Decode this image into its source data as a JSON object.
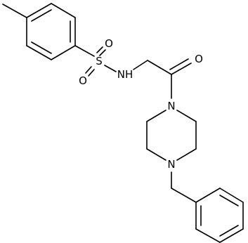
{
  "molecule": {
    "atoms": {
      "S": "S",
      "O_top": "O",
      "O_bottom": "O",
      "NH": "NH",
      "O_carbonyl": "O",
      "N_amide": "N",
      "N_benzyl": "N"
    },
    "colors": {
      "ink": "#000000",
      "background": "#ffffff"
    }
  }
}
